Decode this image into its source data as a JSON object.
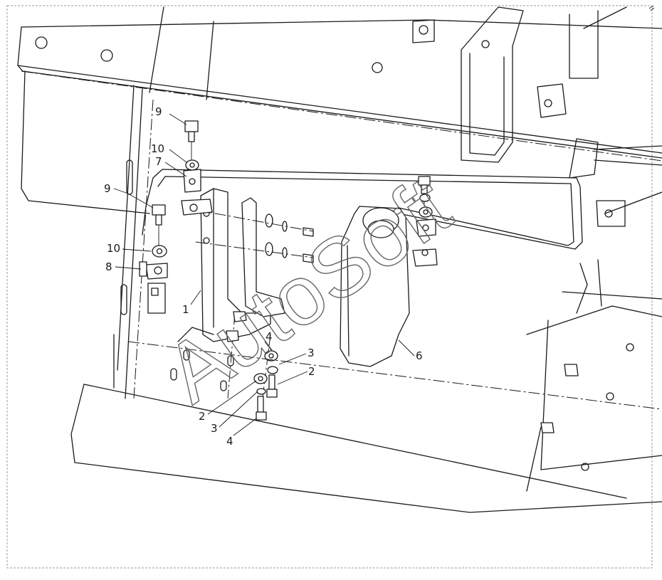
{
  "watermark": "AutoSoft",
  "callouts": [
    {
      "id": "p1",
      "label": "1"
    },
    {
      "id": "p2a",
      "label": "2"
    },
    {
      "id": "p2b",
      "label": "2"
    },
    {
      "id": "p3a",
      "label": "3"
    },
    {
      "id": "p3b",
      "label": "3"
    },
    {
      "id": "p4a",
      "label": "4"
    },
    {
      "id": "p4b",
      "label": "4"
    },
    {
      "id": "p6",
      "label": "6"
    },
    {
      "id": "p7",
      "label": "7"
    },
    {
      "id": "p8",
      "label": "8"
    },
    {
      "id": "p9a",
      "label": "9"
    },
    {
      "id": "p9b",
      "label": "9"
    },
    {
      "id": "p10a",
      "label": "10"
    },
    {
      "id": "p10b",
      "label": "10"
    }
  ]
}
